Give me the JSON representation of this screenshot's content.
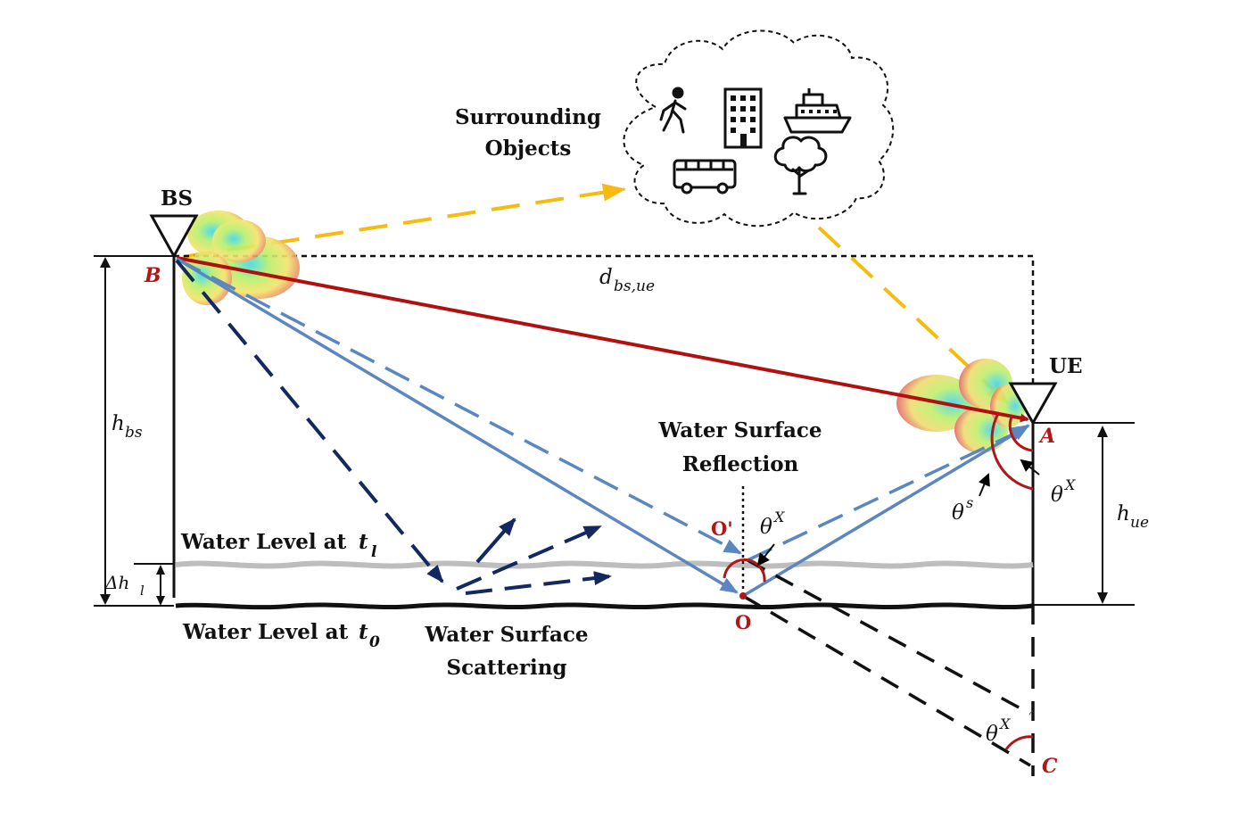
{
  "labels": {
    "bs": "BS",
    "ue": "UE",
    "surrounding_line1": "Surrounding",
    "surrounding_line2": "Objects",
    "reflection_line1": "Water Surface",
    "reflection_line2": "Reflection",
    "scattering_line1": "Water Surface",
    "scattering_line2": "Scattering",
    "water_level_tl": "Water Level at",
    "water_level_t0": "Water Level at"
  },
  "math": {
    "d_bs_ue": {
      "base": "d",
      "sub": "bs,ue"
    },
    "h_bs": {
      "base": "h",
      "sub": "bs"
    },
    "h_ue": {
      "base": "h",
      "sub": "ue"
    },
    "delta_h": {
      "base": "Δh",
      "sub": "l"
    },
    "t_l": {
      "base": "t",
      "sub": "l"
    },
    "t_0": {
      "base": "t",
      "sub": "0"
    },
    "theta_x": {
      "base": "θ",
      "sup": "X"
    },
    "theta_s": {
      "base": "θ",
      "sup": "s"
    }
  },
  "points": {
    "B": "B",
    "A": "A",
    "C": "C",
    "O": "O",
    "O_prime": "O'"
  },
  "icons": [
    "pedestrian-icon",
    "building-icon",
    "ship-icon",
    "bus-icon",
    "tree-icon"
  ],
  "colors": {
    "los_ray": "#b01010",
    "reflected_ray": "#5b86bf",
    "scatter_ray": "#13285e",
    "object_ray": "#f5bb10",
    "point_label": "#b01818",
    "water_level_tl": "#bdbdbd",
    "water_level_t0": "#111111"
  }
}
